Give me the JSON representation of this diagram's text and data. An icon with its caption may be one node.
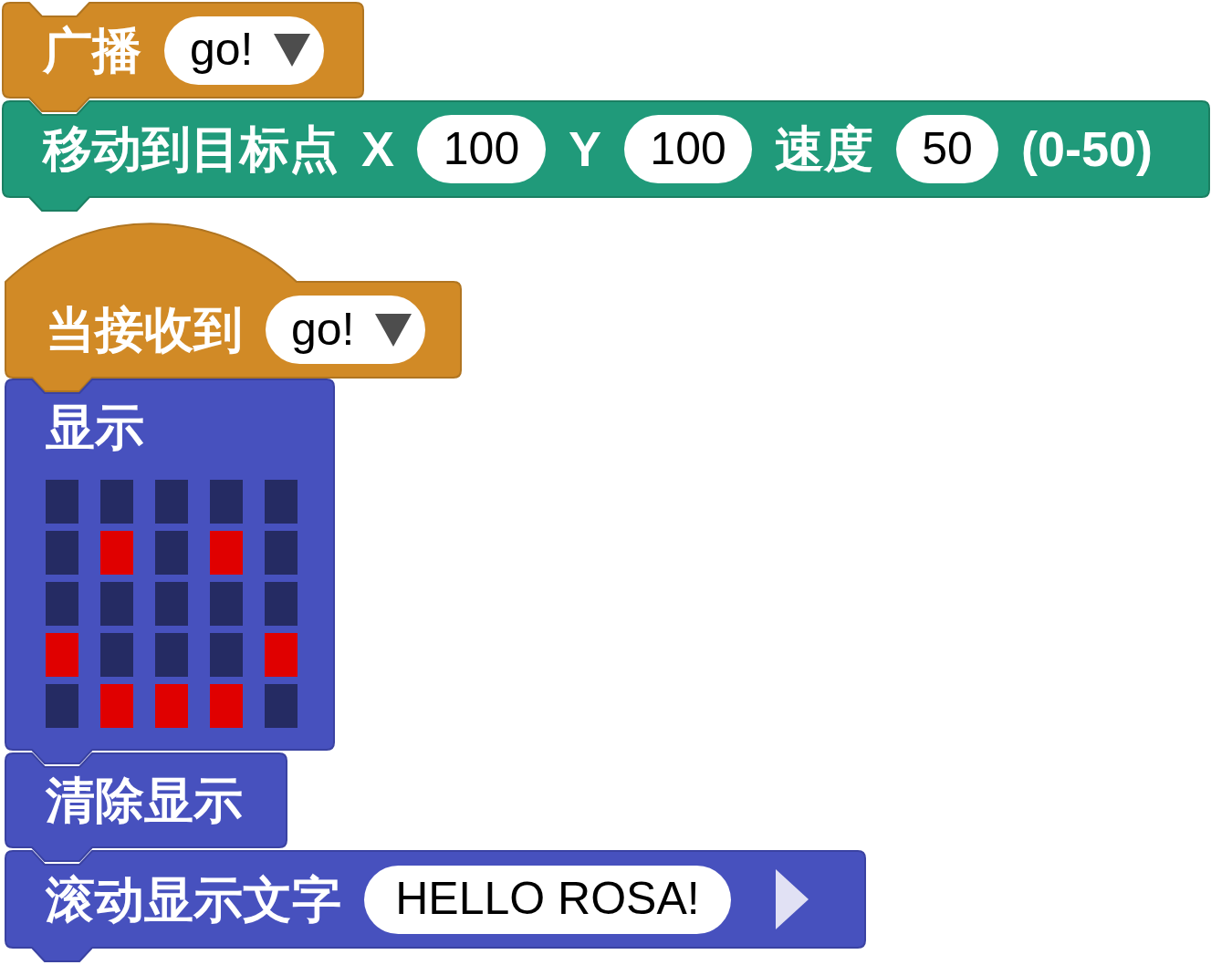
{
  "diagram": {
    "nodes": [
      {
        "text": [
          "广播"
        ]
      },
      {
        "text": [
          "go!"
        ],
        "in": 0
      },
      {
        "text": [
          "移动到目标点",
          "X",
          "Y",
          "速度",
          "(0-50)"
        ]
      },
      {
        "text": [
          "100"
        ],
        "in": 2
      },
      {
        "text": [
          "100"
        ],
        "in": 2
      },
      {
        "text": [
          "50"
        ],
        "in": 2
      },
      {
        "text": [
          "当接收到"
        ]
      },
      {
        "text": [
          "go!"
        ],
        "in": 6
      },
      {
        "text": [
          "显示"
        ]
      },
      {
        "text": [
          "清除显示"
        ]
      },
      {
        "text": [
          "滚动显示文字"
        ]
      },
      {
        "text": [
          "HELLO ROSA!"
        ],
        "in": 10
      }
    ]
  }
}
